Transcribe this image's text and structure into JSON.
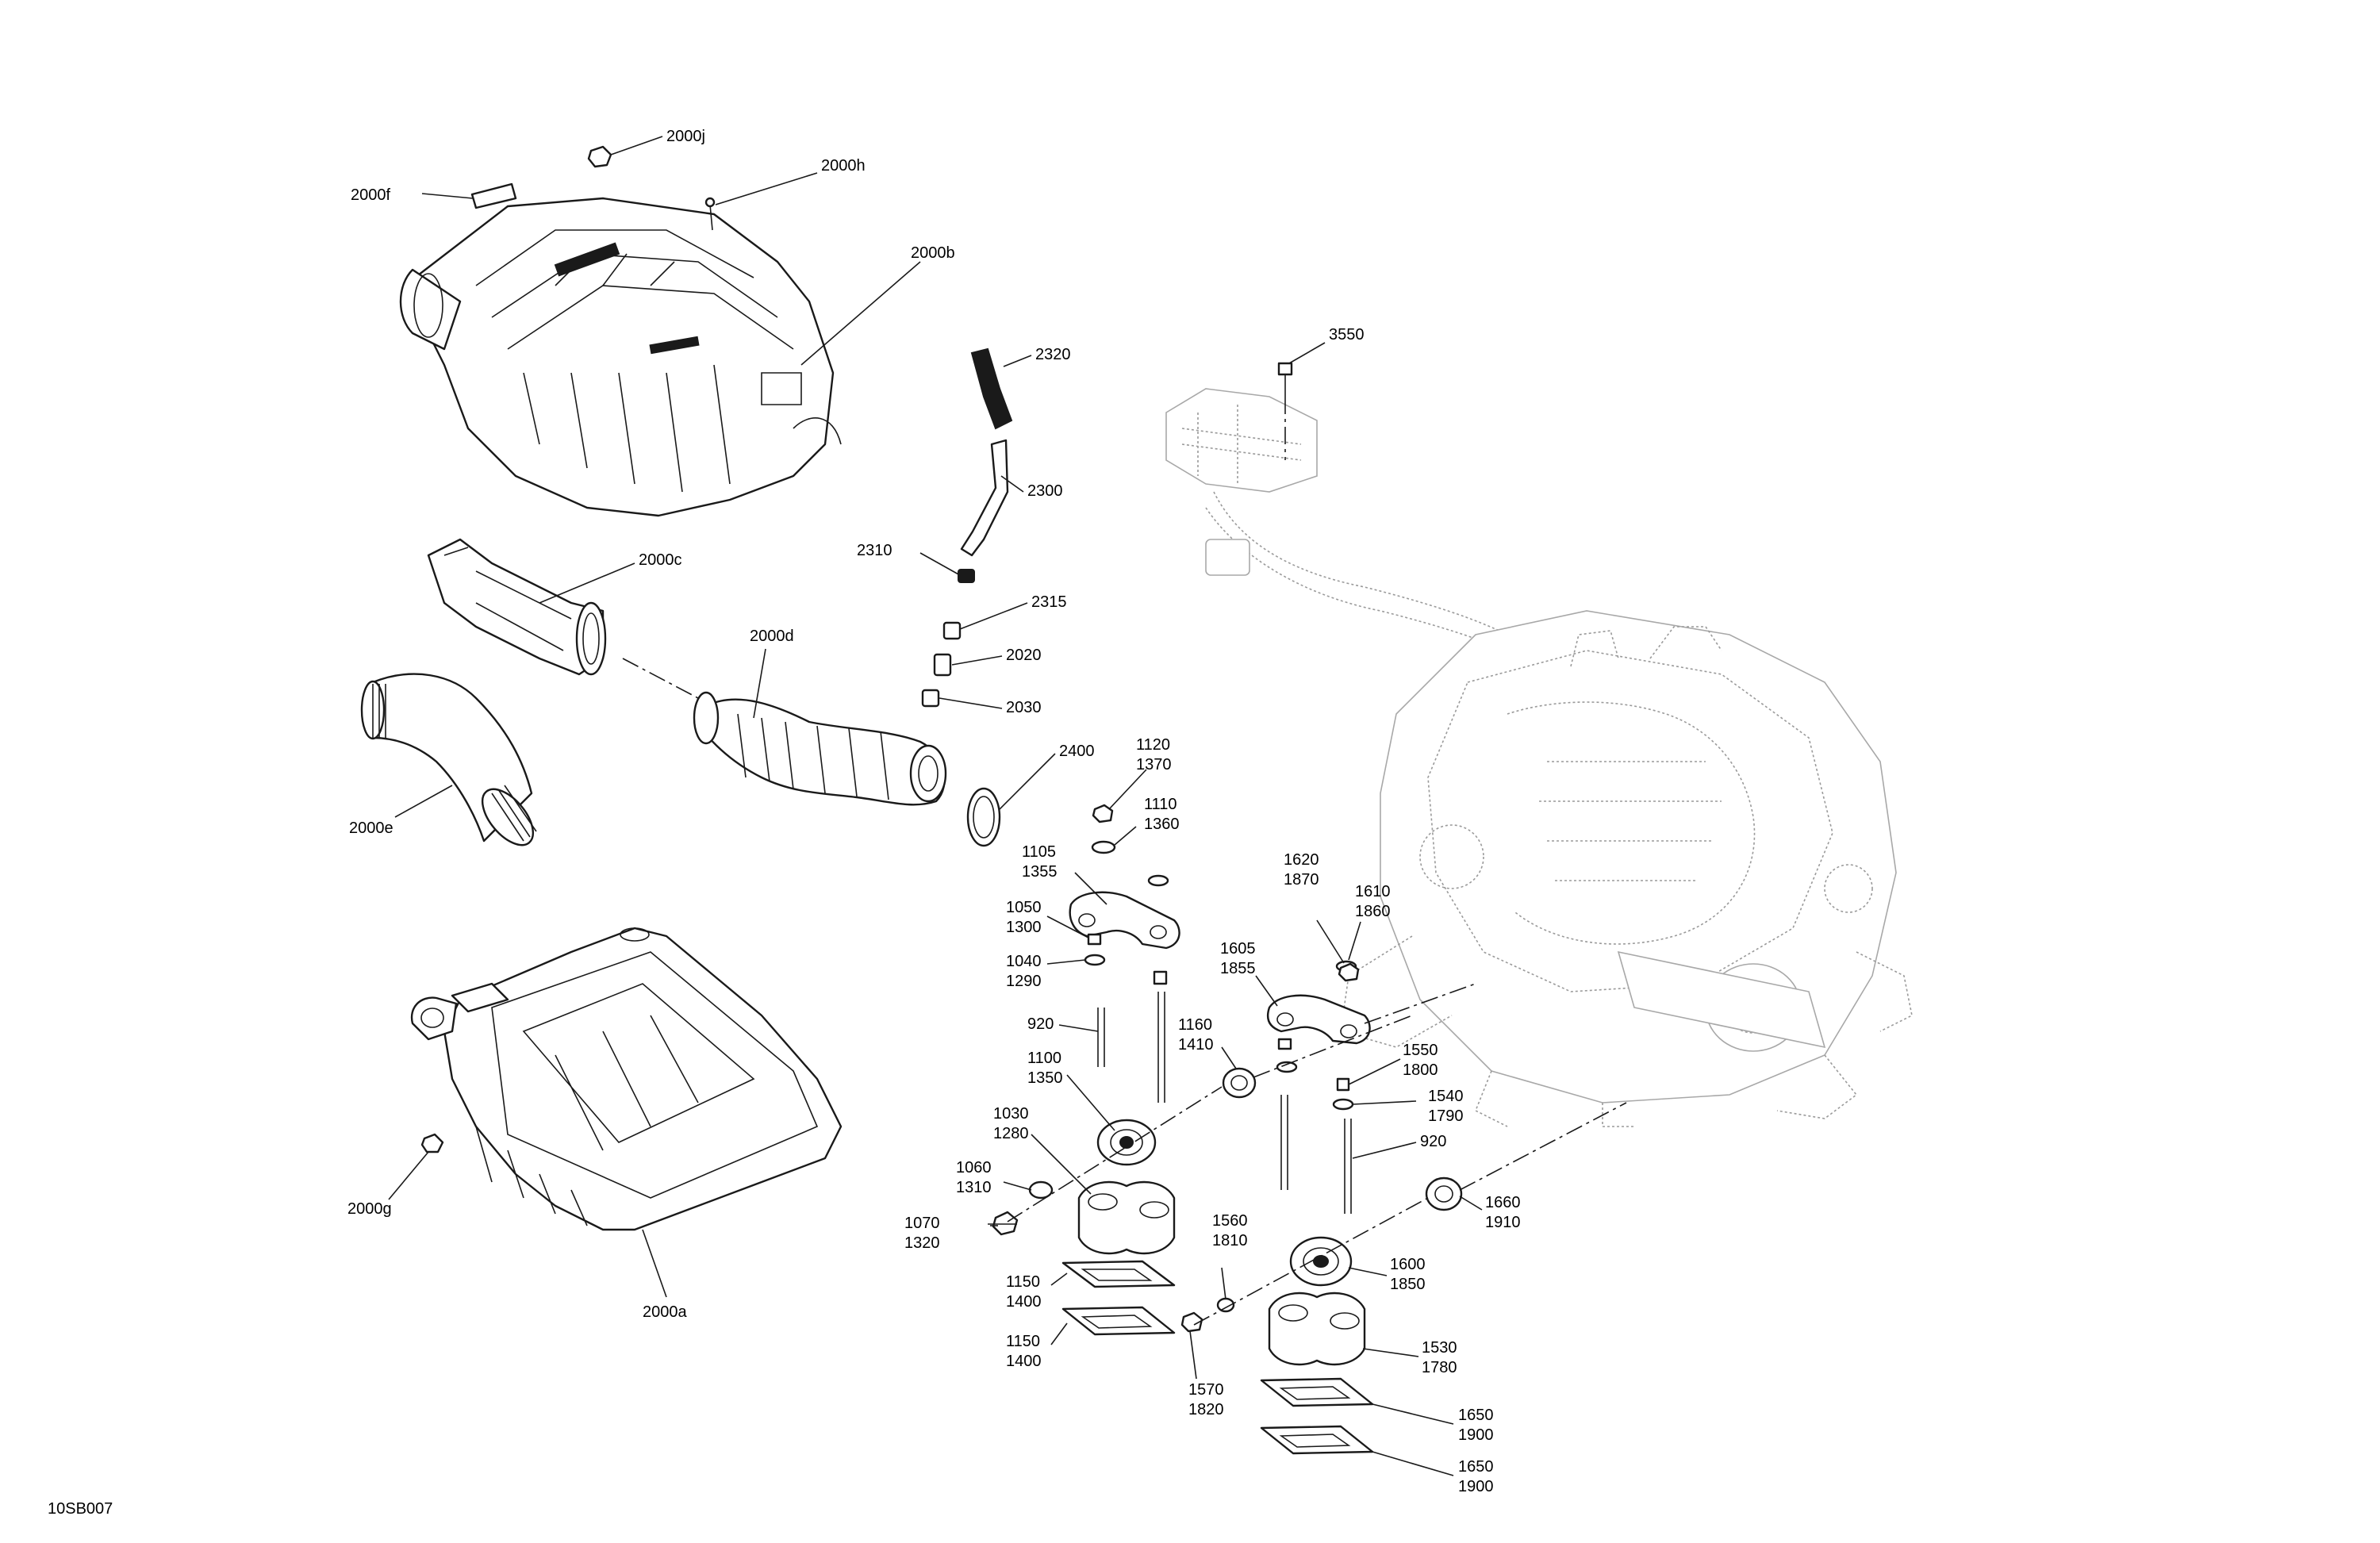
{
  "diagram_code": "10SB007",
  "callouts": {
    "c2000j": "2000j",
    "c2000h": "2000h",
    "c2000f": "2000f",
    "c2000b": "2000b",
    "c2000c": "2000c",
    "c2000d": "2000d",
    "c2000e": "2000e",
    "c2000g": "2000g",
    "c2000a": "2000a",
    "c2320": "2320",
    "c2300": "2300",
    "c2310": "2310",
    "c2315": "2315",
    "c2020": "2020",
    "c2030": "2030",
    "c2400": "2400",
    "c3550": "3550",
    "c1120": [
      "1120",
      "1370"
    ],
    "c1110": [
      "1110",
      "1360"
    ],
    "c1105": [
      "1105",
      "1355"
    ],
    "c1050": [
      "1050",
      "1300"
    ],
    "c1040": [
      "1040",
      "1290"
    ],
    "c920a": "920",
    "c1100": [
      "1100",
      "1350"
    ],
    "c1030": [
      "1030",
      "1280"
    ],
    "c1060": [
      "1060",
      "1310"
    ],
    "c1070": [
      "1070",
      "1320"
    ],
    "c1150a": [
      "1150",
      "1400"
    ],
    "c1150b": [
      "1150",
      "1400"
    ],
    "c1160": [
      "1160",
      "1410"
    ],
    "c1560": [
      "1560",
      "1810"
    ],
    "c1570": [
      "1570",
      "1820"
    ],
    "c1620": [
      "1620",
      "1870"
    ],
    "c1610": [
      "1610",
      "1860"
    ],
    "c1605": [
      "1605",
      "1855"
    ],
    "c1550": [
      "1550",
      "1800"
    ],
    "c1540": [
      "1540",
      "1790"
    ],
    "c920b": "920",
    "c1660": [
      "1660",
      "1910"
    ],
    "c1600": [
      "1600",
      "1850"
    ],
    "c1530": [
      "1530",
      "1780"
    ],
    "c1650a": [
      "1650",
      "1900"
    ],
    "c1650b": [
      "1650",
      "1900"
    ]
  }
}
